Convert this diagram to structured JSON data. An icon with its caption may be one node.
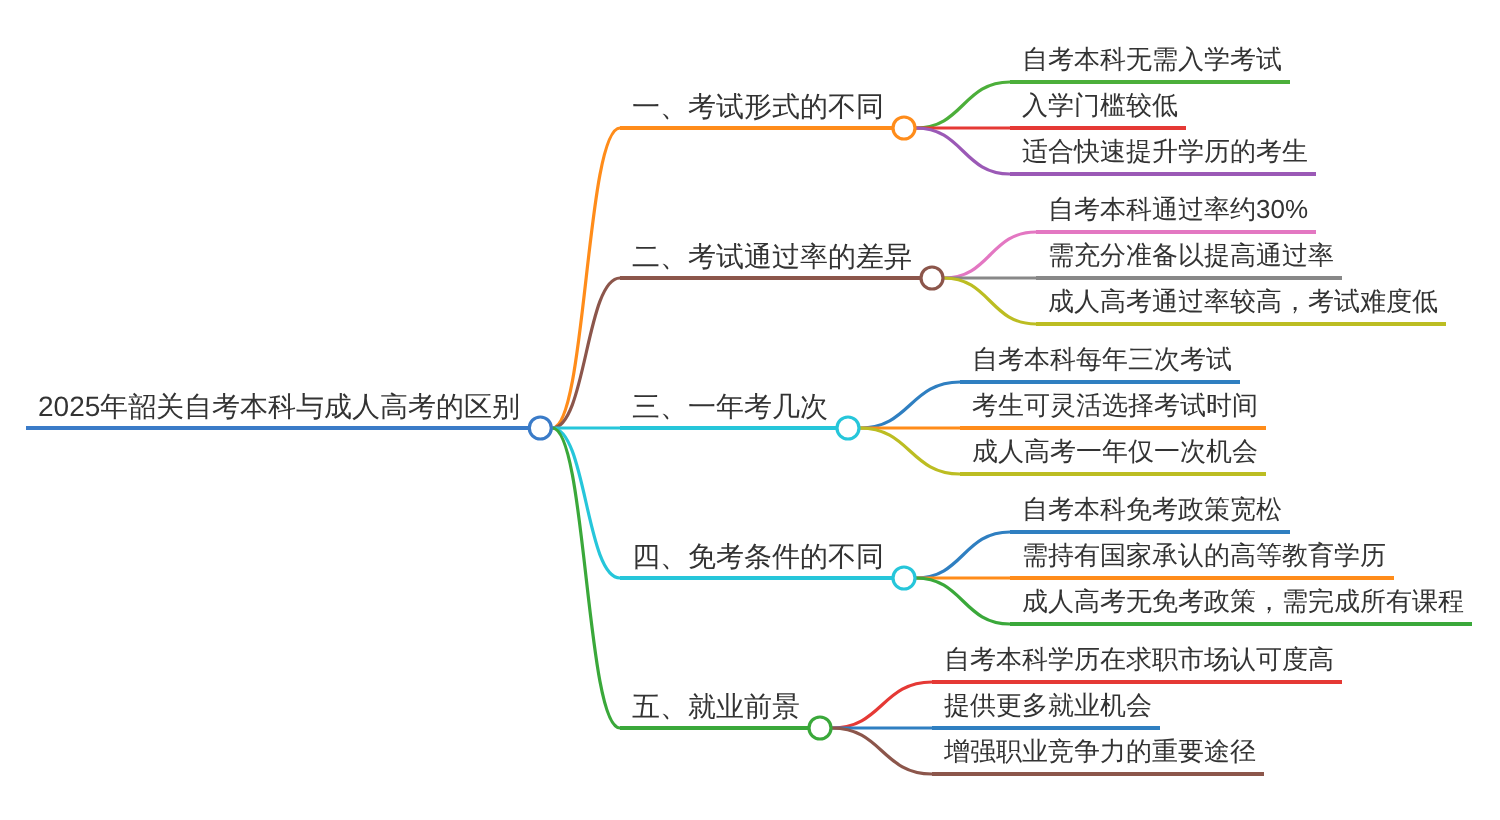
{
  "diagram": {
    "nodes": [
      {
        "text": [
          "2025年韶关自考本科与成人高考的区别"
        ]
      },
      {
        "text": [
          "一、考试形式的不同"
        ]
      },
      {
        "text": [
          "自考本科无需入学考试"
        ]
      },
      {
        "text": [
          "入学门槛较低"
        ]
      },
      {
        "text": [
          "适合快速提升学历的考生"
        ]
      },
      {
        "text": [
          "二、考试通过率的差异"
        ]
      },
      {
        "text": [
          "自考本科通过率约30%"
        ]
      },
      {
        "text": [
          "需充分准备以提高通过率"
        ]
      },
      {
        "text": [
          "成人高考通过率较高，考试难度低"
        ]
      },
      {
        "text": [
          "三、一年考几次"
        ]
      },
      {
        "text": [
          "自考本科每年三次考试"
        ]
      },
      {
        "text": [
          "考生可灵活选择考试时间"
        ]
      },
      {
        "text": [
          "成人高考一年仅一次机会"
        ]
      },
      {
        "text": [
          "四、免考条件的不同"
        ]
      },
      {
        "text": [
          "自考本科免考政策宽松"
        ]
      },
      {
        "text": [
          "需持有国家承认的高等教育学历"
        ]
      },
      {
        "text": [
          "成人高考无免考政策，需完成所有课程"
        ]
      },
      {
        "text": [
          "五、就业前景"
        ]
      },
      {
        "text": [
          "自考本科学历在求职市场认可度高"
        ]
      },
      {
        "text": [
          "提供更多就业机会"
        ]
      },
      {
        "text": [
          "增强职业竞争力的重要途径"
        ]
      }
    ],
    "edges": [
      {
        "from": 0,
        "to": 1,
        "arrow": "none",
        "color": "#ff8c1a"
      },
      {
        "from": 0,
        "to": 5,
        "arrow": "none",
        "color": "#8c564b"
      },
      {
        "from": 0,
        "to": 9,
        "arrow": "none",
        "color": "#26c6da"
      },
      {
        "from": 0,
        "to": 13,
        "arrow": "none",
        "color": "#26c6da"
      },
      {
        "from": 0,
        "to": 17,
        "arrow": "none",
        "color": "#3aa83a"
      },
      {
        "from": 1,
        "to": 2,
        "arrow": "none",
        "color": "#4caf3a"
      },
      {
        "from": 1,
        "to": 3,
        "arrow": "none",
        "color": "#e53935"
      },
      {
        "from": 1,
        "to": 4,
        "arrow": "none",
        "color": "#9b59b6"
      },
      {
        "from": 5,
        "to": 6,
        "arrow": "none",
        "color": "#e377c2"
      },
      {
        "from": 5,
        "to": 7,
        "arrow": "none",
        "color": "#888888"
      },
      {
        "from": 5,
        "to": 8,
        "arrow": "none",
        "color": "#bcbd22"
      },
      {
        "from": 9,
        "to": 10,
        "arrow": "none",
        "color": "#2f7fc1"
      },
      {
        "from": 9,
        "to": 11,
        "arrow": "none",
        "color": "#ff8c1a"
      },
      {
        "from": 9,
        "to": 12,
        "arrow": "none",
        "color": "#bcbd22"
      },
      {
        "from": 13,
        "to": 14,
        "arrow": "none",
        "color": "#2f7fc1"
      },
      {
        "from": 13,
        "to": 15,
        "arrow": "none",
        "color": "#ff8c1a"
      },
      {
        "from": 13,
        "to": 16,
        "arrow": "none",
        "color": "#3aa83a"
      },
      {
        "from": 17,
        "to": 18,
        "arrow": "none",
        "color": "#e53935"
      },
      {
        "from": 17,
        "to": 19,
        "arrow": "none",
        "color": "#2f7fc1"
      },
      {
        "from": 17,
        "to": 20,
        "arrow": "none",
        "color": "#8c564b"
      }
    ]
  }
}
